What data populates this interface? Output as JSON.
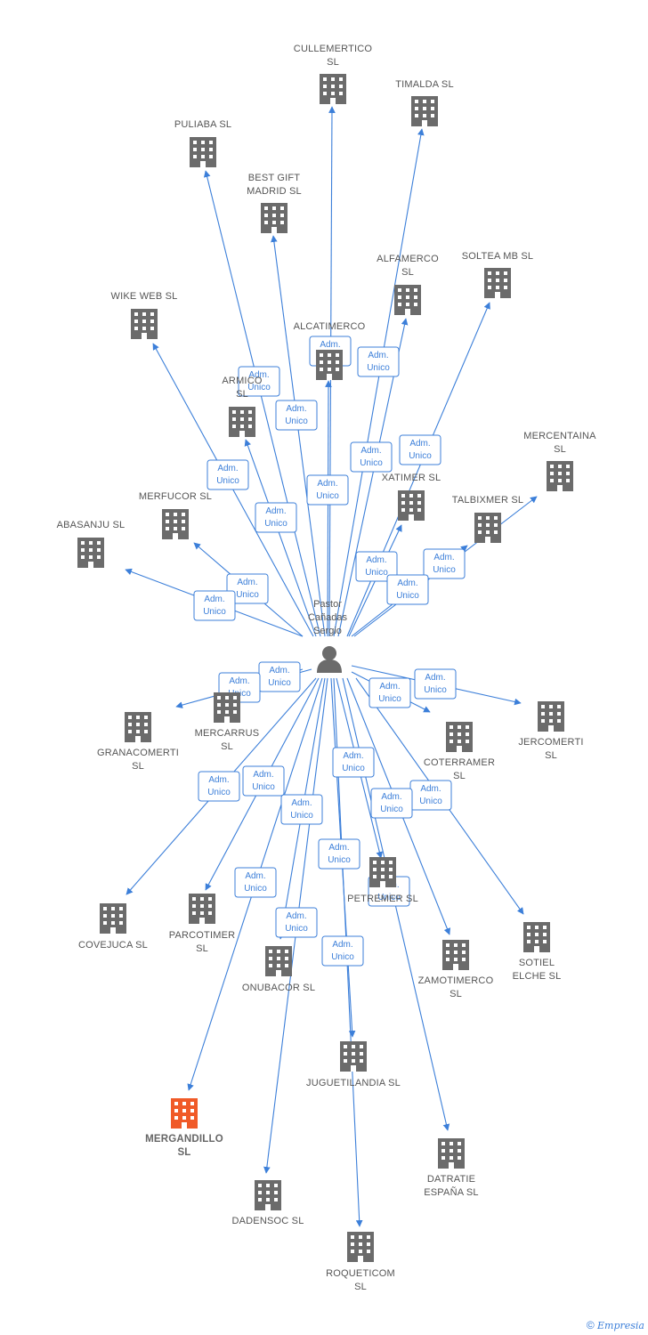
{
  "diagram": {
    "center": {
      "label": [
        "Pastor",
        "Cañadas",
        "Sergio"
      ],
      "icon": "person-icon"
    },
    "relation_label": [
      "Adm.",
      "Unico"
    ],
    "colors": {
      "edge": "#3c7fd9",
      "building": "#6b6b6b",
      "focus_building": "#f05a28"
    },
    "companies": [
      {
        "id": "cullemertico",
        "label": [
          "CULLEMERTICO",
          "SL"
        ]
      },
      {
        "id": "timalda",
        "label": [
          "TIMALDA  SL"
        ]
      },
      {
        "id": "puliaba",
        "label": [
          "PULIABA  SL"
        ]
      },
      {
        "id": "best-gift-madrid",
        "label": [
          "BEST GIFT",
          "MADRID  SL"
        ]
      },
      {
        "id": "alfamerco",
        "label": [
          "ALFAMERCO",
          "SL"
        ]
      },
      {
        "id": "soltea-mb",
        "label": [
          "SOLTEA MB  SL"
        ]
      },
      {
        "id": "wike-web",
        "label": [
          "WIKE WEB  SL"
        ]
      },
      {
        "id": "alcatimerco",
        "label": [
          "ALCATIMERCO"
        ]
      },
      {
        "id": "armico",
        "label": [
          "ARMICO",
          "SL"
        ]
      },
      {
        "id": "mercentaina",
        "label": [
          "MERCENTAINA",
          "SL"
        ]
      },
      {
        "id": "xatimer",
        "label": [
          "XATIMER  SL"
        ]
      },
      {
        "id": "merfucor",
        "label": [
          "MERFUCOR  SL"
        ]
      },
      {
        "id": "talbixmer",
        "label": [
          "TALBIXMER  SL"
        ]
      },
      {
        "id": "abasanju",
        "label": [
          "ABASANJU  SL"
        ]
      },
      {
        "id": "mercarrus",
        "label": [
          "MERCARRUS",
          "SL"
        ]
      },
      {
        "id": "granacomerti",
        "label": [
          "GRANACOMERTI",
          "SL"
        ]
      },
      {
        "id": "jercomerti",
        "label": [
          "JERCOMERTI",
          "SL"
        ]
      },
      {
        "id": "coterramer",
        "label": [
          "COTERRAMER",
          "SL"
        ]
      },
      {
        "id": "covejuca",
        "label": [
          "COVEJUCA  SL"
        ]
      },
      {
        "id": "parcotimer",
        "label": [
          "PARCOTIMER",
          "SL"
        ]
      },
      {
        "id": "petremer",
        "label": [
          "PETREMER  SL"
        ]
      },
      {
        "id": "sotiel-elche",
        "label": [
          "SOTIEL",
          "ELCHE  SL"
        ]
      },
      {
        "id": "onubacor",
        "label": [
          "ONUBACOR  SL"
        ]
      },
      {
        "id": "zamotimerco",
        "label": [
          "ZAMOTIMERCO",
          "SL"
        ]
      },
      {
        "id": "juguetilandia",
        "label": [
          "JUGUETILANDIA SL"
        ]
      },
      {
        "id": "mergandillo",
        "label": [
          "MERGANDILLO",
          "SL"
        ],
        "focus": true
      },
      {
        "id": "datratie-espana",
        "label": [
          "DATRATIE",
          "ESPAÑA  SL"
        ]
      },
      {
        "id": "dadensoc",
        "label": [
          "DADENSOC  SL"
        ]
      },
      {
        "id": "roqueticom",
        "label": [
          "ROQUETICOM",
          "SL"
        ]
      }
    ]
  },
  "footer": {
    "copyright": "©",
    "brand": "Empresia"
  }
}
